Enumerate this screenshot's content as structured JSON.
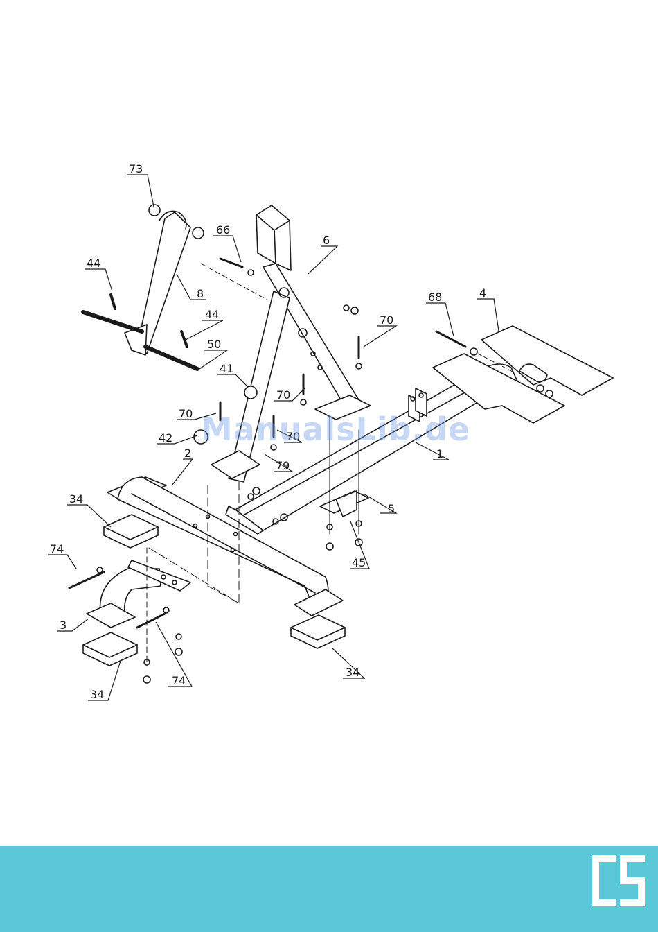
{
  "watermark": "ManualsLib.de",
  "parts": [
    {
      "id": "p73",
      "label": "73"
    },
    {
      "id": "p66",
      "label": "66"
    },
    {
      "id": "p6",
      "label": "6"
    },
    {
      "id": "p44a",
      "label": "44"
    },
    {
      "id": "p8",
      "label": "8"
    },
    {
      "id": "p44b",
      "label": "44"
    },
    {
      "id": "p50",
      "label": "50"
    },
    {
      "id": "p68",
      "label": "68"
    },
    {
      "id": "p4",
      "label": "4"
    },
    {
      "id": "p70a",
      "label": "70"
    },
    {
      "id": "p41",
      "label": "41"
    },
    {
      "id": "p70b",
      "label": "70"
    },
    {
      "id": "p70c",
      "label": "70"
    },
    {
      "id": "p70d",
      "label": "70"
    },
    {
      "id": "p42",
      "label": "42"
    },
    {
      "id": "p2",
      "label": "2"
    },
    {
      "id": "p79",
      "label": "79"
    },
    {
      "id": "p1",
      "label": "1"
    },
    {
      "id": "p34a",
      "label": "34"
    },
    {
      "id": "p5",
      "label": "5"
    },
    {
      "id": "p74a",
      "label": "74"
    },
    {
      "id": "p45",
      "label": "45"
    },
    {
      "id": "p3",
      "label": "3"
    },
    {
      "id": "p34b",
      "label": "34"
    },
    {
      "id": "p74b",
      "label": "74"
    },
    {
      "id": "p34c",
      "label": "34"
    }
  ],
  "brand": {
    "logo": "CS"
  },
  "colors": {
    "band": "#5bc8d9",
    "ink": "#1a1a1a",
    "logo": "#ffffff"
  }
}
